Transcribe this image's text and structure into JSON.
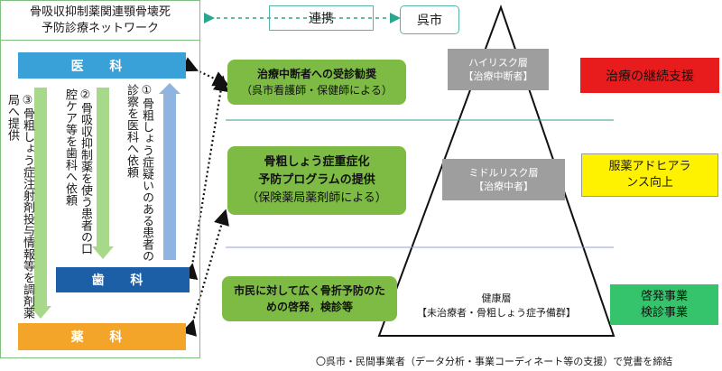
{
  "network": {
    "title_line1": "骨吸収抑制薬関連顎骨壊死",
    "title_line2": "予防診療ネットワーク",
    "medical": "医 科",
    "dental": "歯 科",
    "pharmacy": "薬 科",
    "step1": "①骨粗しょう症疑いのある患者の診察を医科へ依頼",
    "step2": "②骨吸収抑制薬を使う患者の口腔ケア等を歯科へ依頼",
    "step3": "③骨粗しょう症注射剤投与情報等を調剤薬局へ提供"
  },
  "link": {
    "label": "連携",
    "city": "呉市"
  },
  "programs": {
    "consult_line1": "治療中断者への受診勧奨",
    "consult_line2": "（呉市看護師・保健師による）",
    "program_line1": "骨粗しょう症重症化",
    "program_line2": "予防プログラムの提供",
    "program_line3": "（保険薬局薬剤師による）",
    "awareness_line1": "市民に対して広く骨折予防のた",
    "awareness_line2": "めの啓発，検診等"
  },
  "pyramid": {
    "high_line1": "ハイリスク層",
    "high_line2": "【治療中断者】",
    "mid_line1": "ミドルリスク層",
    "mid_line2": "【治療中者】",
    "healthy_line1": "健康層",
    "healthy_line2": "【未治療者・骨粗しょう症予備群】"
  },
  "outcomes": {
    "red": "治療の継続支援",
    "yellow_line1": "服薬アドヒアラ",
    "yellow_line2": "ンス向上",
    "green_line1": "啓発事業",
    "green_line2": "検診事業"
  },
  "footnote": "〇呉市・民間事業者（データ分析・事業コーディネート等の支援）で覚書を締結",
  "colors": {
    "medical": "#3aa0d8",
    "dental": "#1d5fa6",
    "pharmacy": "#f3a52a",
    "program_green": "#7dbb45",
    "red": "#e81c1c",
    "yellow": "#fff200",
    "green": "#35c46c",
    "teal_border": "#55b3a8"
  }
}
